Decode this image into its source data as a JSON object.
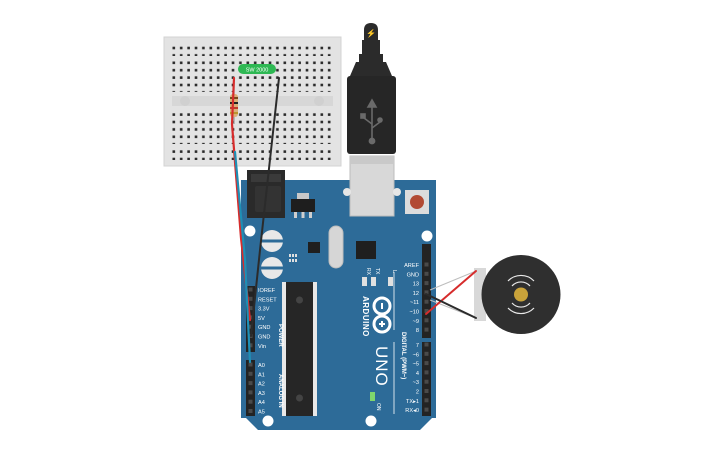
{
  "components": {
    "tilt_sensor": {
      "label": "SW 2000",
      "color": "#2eb853"
    },
    "usb_plug": {
      "bolt_glyph": "⚡"
    },
    "buzzer": {
      "color": "#2f2f2f",
      "center_color": "#c9a33a"
    }
  },
  "board": {
    "color": "#2d6b98",
    "logo_line1": "ARDUINO",
    "logo_line2": "UNO",
    "header_right_top": [
      "AREF",
      "GND",
      "13",
      "12",
      "~11",
      "~10",
      "~9",
      "8"
    ],
    "header_right_bottom": [
      "7",
      "~6",
      "~5",
      "4",
      "~3",
      "2",
      "TX▸1",
      "RX◂0"
    ],
    "power_pins": [
      "IOREF",
      "RESET",
      "3.3V",
      "5V",
      "GND",
      "GND",
      "Vin"
    ],
    "analog_pins": [
      "A0",
      "A1",
      "A2",
      "A3",
      "A4",
      "A5"
    ],
    "power_title": "POWER",
    "analog_title": "ANALOG IN",
    "digital_title": "DIGITAL (PWM~)",
    "led_tx": "TX",
    "led_rx": "RX",
    "led_l": "L",
    "on_label": "ON"
  },
  "wires": {
    "red": "#d62c2c",
    "black": "#2b2b2b",
    "blue": "#1e8fb5"
  }
}
